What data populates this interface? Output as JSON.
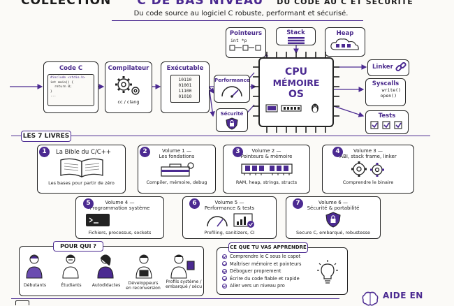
{
  "header": {
    "title_left": "COLLECTION",
    "title_right": "C DE BAS NIVEAU",
    "title_far_right": "DU CODE AU C ET SÉCURITÉ",
    "subtitle": "Du code source au logiciel C robuste, performant et sécurisé."
  },
  "pipeline": {
    "code": {
      "title": "Code C",
      "lines": [
        "#include <stdio.h>",
        "int main() {",
        "  return 0;",
        "}",
        "..."
      ]
    },
    "compiler": {
      "title": "Compilateur",
      "sub": "cc / clang"
    },
    "exe": {
      "title": "Exécutable",
      "bits": [
        "10110",
        "01001",
        "11100",
        "01010"
      ]
    },
    "performance": {
      "title": "Performance"
    },
    "security": {
      "title": "Sécurité"
    }
  },
  "cpu": {
    "l1": "CPU",
    "l2": "MÉMOIRE",
    "l3": "OS"
  },
  "top_boxes": {
    "pointers": {
      "title": "Pointeurs",
      "sub": "int *p"
    },
    "stack": {
      "title": "Stack"
    },
    "heap": {
      "title": "Heap"
    }
  },
  "right_boxes": {
    "linker": {
      "title": "Linker"
    },
    "syscalls": {
      "title": "Syscalls",
      "l1": "write()",
      "l2": "open()"
    },
    "tests": {
      "title": "Tests"
    }
  },
  "books_label": "LES 7 LIVRES",
  "books": [
    {
      "n": "1",
      "title": "La Bible du C/C++",
      "sub": "Les bases pour partir de zéro"
    },
    {
      "n": "2",
      "title": "Volume 1 —",
      "title2": "Les fondations",
      "sub": "Compiler, mémoire, debug"
    },
    {
      "n": "3",
      "title": "Volume 2 —",
      "title2": "Pointeurs & mémoire",
      "sub": "RAM, heap, strings, structs"
    },
    {
      "n": "4",
      "title": "Volume 3 —",
      "title2": "ABI, stack frame, linker",
      "sub": "Comprendre le binaire"
    },
    {
      "n": "5",
      "title": "Volume 4 —",
      "title2": "Programmation système",
      "sub": "Fichiers, processus, sockets"
    },
    {
      "n": "6",
      "title": "Volume 5 —",
      "title2": "Performance & tests",
      "sub": "Profiling, sanitizers, CI"
    },
    {
      "n": "7",
      "title": "Volume 6 —",
      "title2": "Sécurité & portabilité",
      "sub": "Secure C, embarqué, robustesse"
    }
  ],
  "for_whom": {
    "label": "POUR QUI ?",
    "people": [
      "Débutants",
      "Étudiants",
      "Autodidactes",
      "Développeurs en reconversion",
      "Profils système / embarqué / sécu"
    ]
  },
  "learn": {
    "label": "CE QUE TU VAS APPRENDRE",
    "items": [
      "Comprendre le C sous le capot",
      "Maîtriser mémoire et pointeurs",
      "Déboguer proprement",
      "Écrire du code fiable et rapide",
      "Aller vers un niveau pro"
    ]
  },
  "footer": {
    "right": "AIDE EN"
  },
  "colors": {
    "accent": "#4b2a91",
    "ink": "#1b1b1b",
    "paper": "#fbfaf7"
  }
}
